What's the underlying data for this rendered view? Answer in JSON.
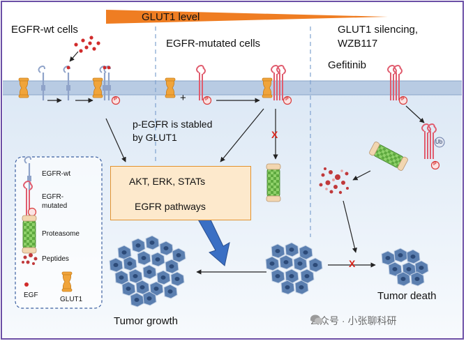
{
  "header": {
    "gradient_label": "GLUT1 level"
  },
  "panels": {
    "wt": {
      "title": "EGFR-wt cells"
    },
    "mutated": {
      "title": "EGFR-mutated cells"
    },
    "silencing": {
      "title_line1": "GLUT1 silencing,",
      "title_line2": "WZB117",
      "drug": "Gefitinib"
    }
  },
  "labels": {
    "stabled_line1": "p-EGFR is stabled",
    "stabled_line2": "by GLUT1",
    "pathway_line1": "AKT, ERK, STATs",
    "pathway_line2": "EGFR pathways",
    "tumor_growth": "Tumor growth",
    "tumor_death": "Tumor death",
    "phospho": "P",
    "ubiquitin": "Ub",
    "plus": "+",
    "block": "X"
  },
  "legend": {
    "items": [
      {
        "label": "EGFR-wt"
      },
      {
        "label_line1": "EGFR-",
        "label_line2": "mutated"
      },
      {
        "label": "Proteasome"
      },
      {
        "label": "Peptides"
      }
    ],
    "egf": "EGF",
    "glut1": "GLUT1"
  },
  "watermark": {
    "text": "公众号 · 小张聊科研"
  },
  "colors": {
    "frame": "#6b4fa6",
    "membrane": "#b8cbe3",
    "gradient": "#ef7d22",
    "glut1": "#f0a43a",
    "egfr_wt": "#8fa3c9",
    "egfr_mut": "#e05c6e",
    "phospho": "#d93a3a",
    "proteasome": "#78c257",
    "pathway_box": "#fde9cc",
    "tumor": "#5b7fb0",
    "peptides": "#c0393b"
  }
}
